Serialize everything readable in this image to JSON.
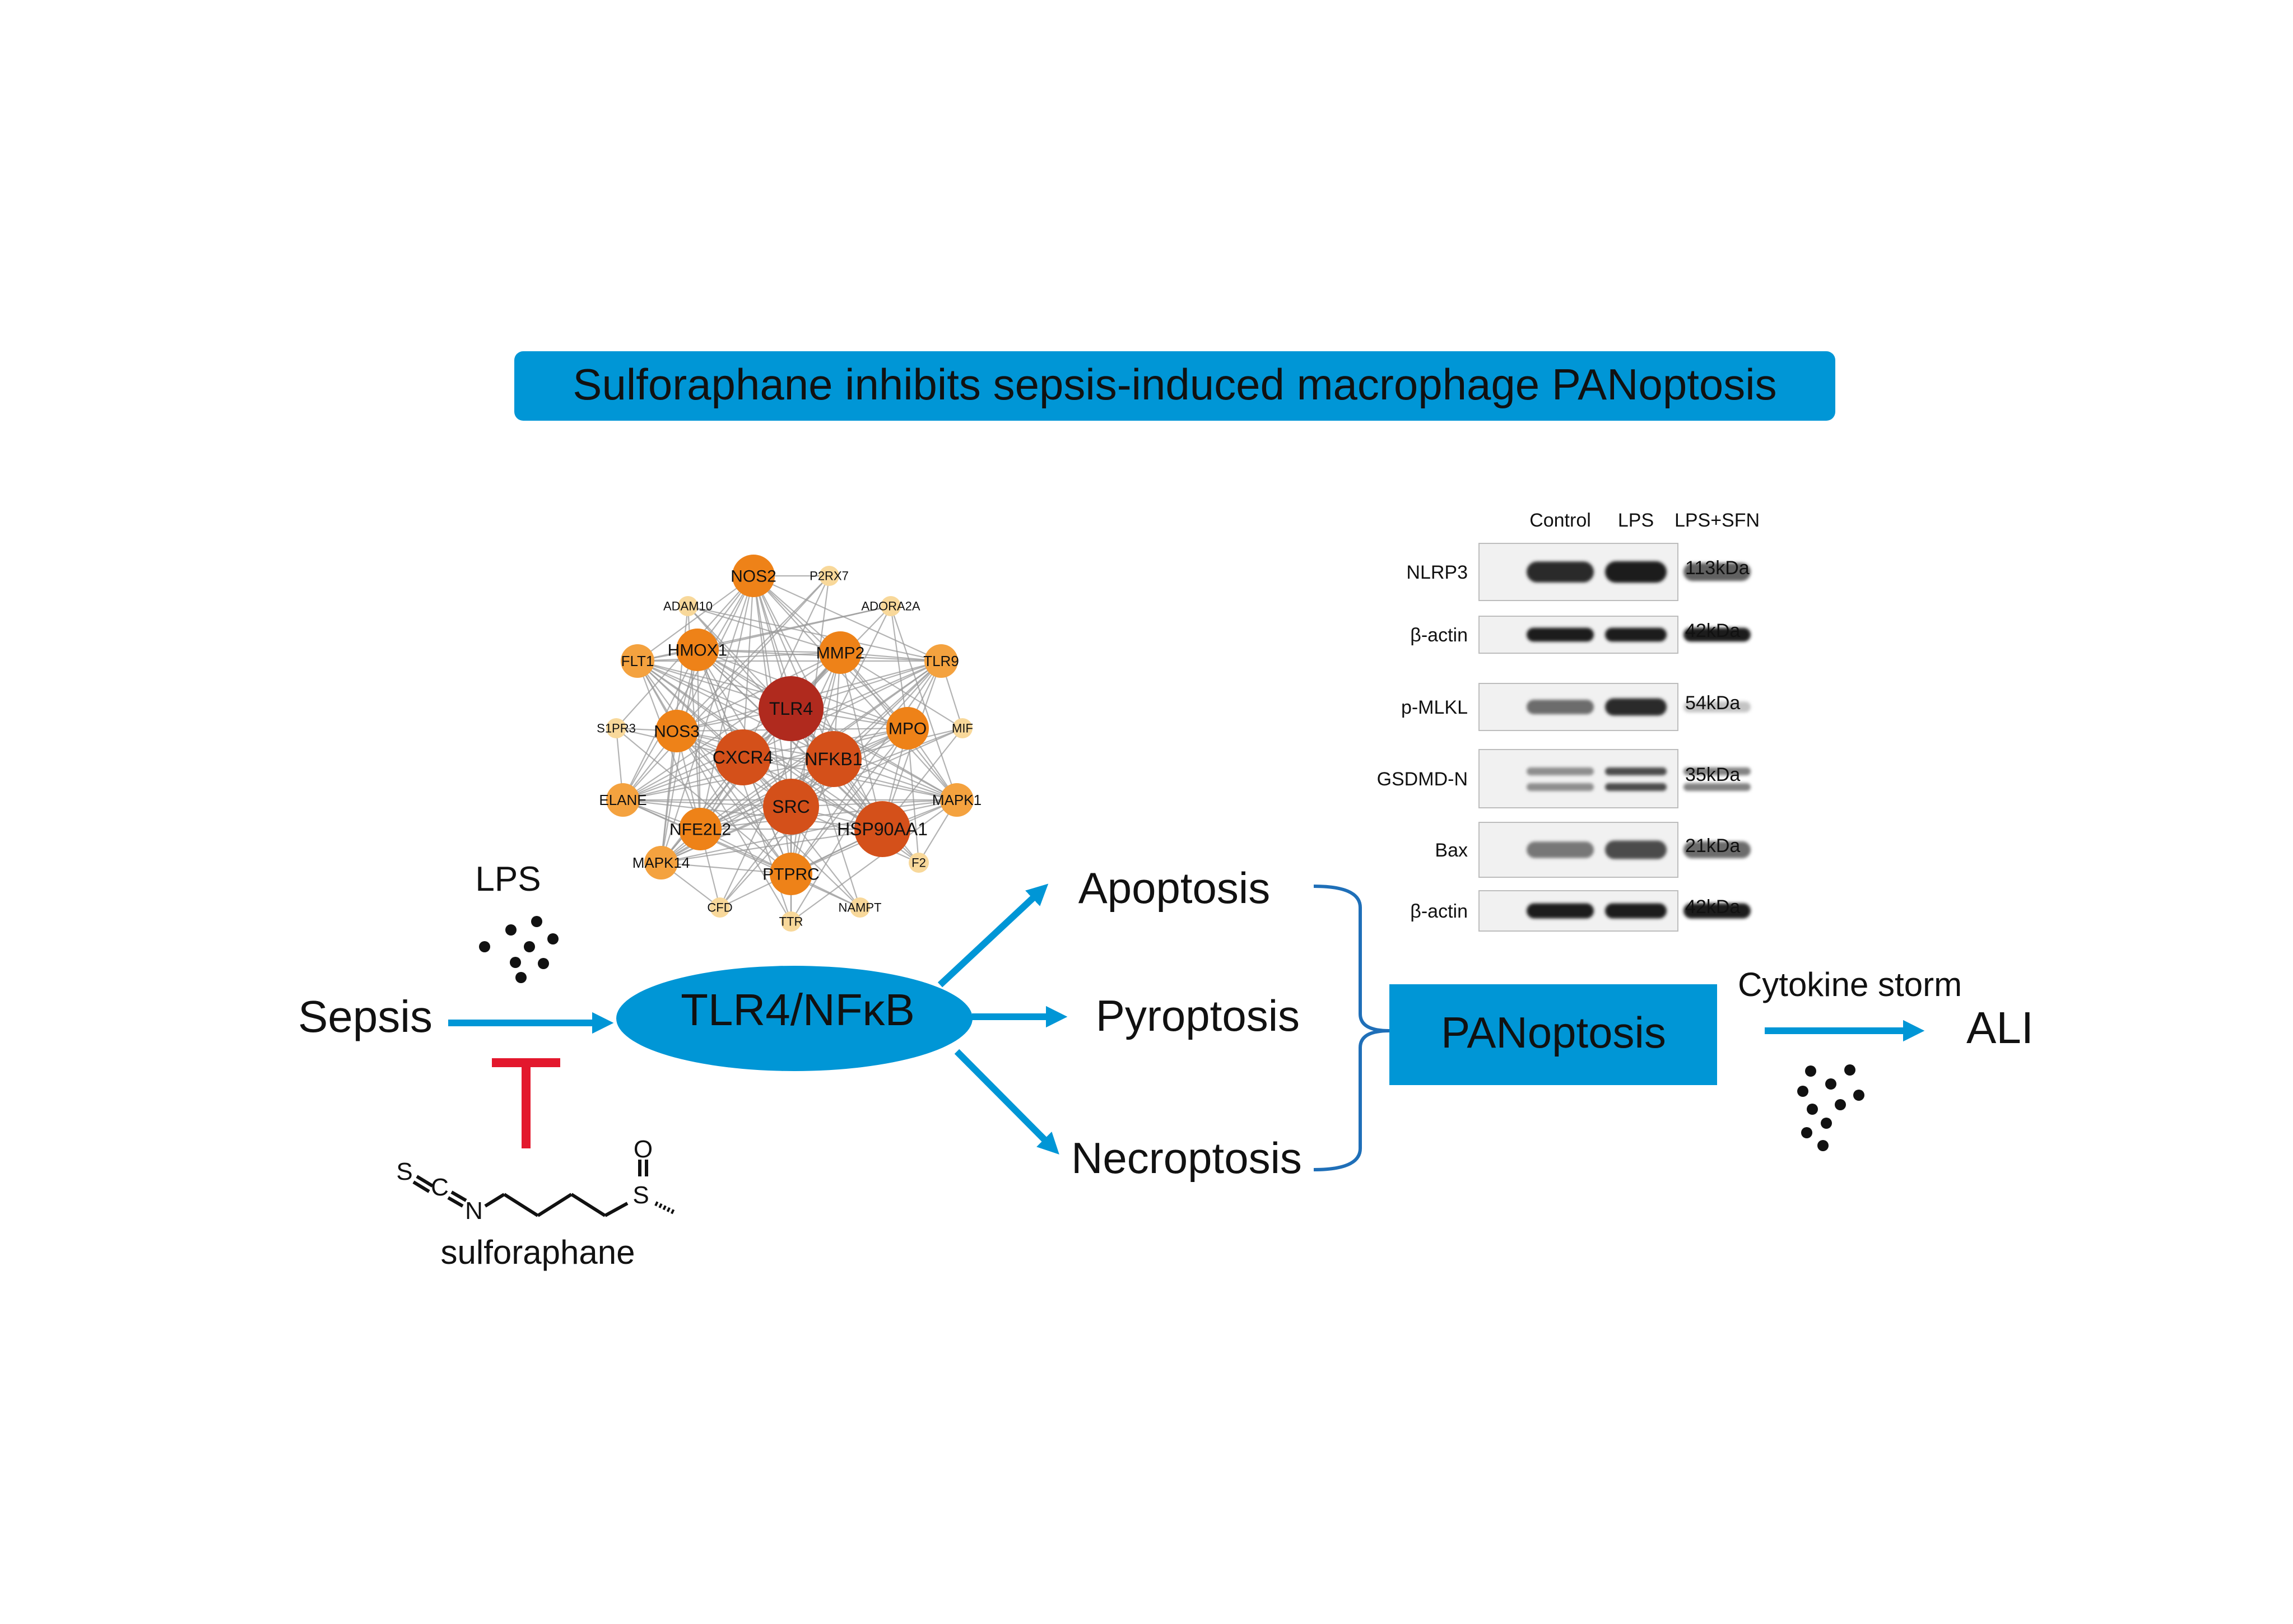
{
  "title": "Sulforaphane inhibits sepsis-induced macrophage PANoptosis",
  "colors": {
    "accent_blue": "#0096D6",
    "inhibit_red": "#E3182D",
    "node_dark": "#B02A1E",
    "node_red_orange": "#D4501A",
    "node_orange": "#EE8218",
    "node_light_orange": "#F4A23F",
    "node_pale": "#F8D89A"
  },
  "flow": {
    "sepsis": "Sepsis",
    "lps": "LPS",
    "pathway": "TLR4/NFκB",
    "apoptosis": "Apoptosis",
    "pyroptosis": "Pyroptosis",
    "necroptosis": "Necroptosis",
    "panoptosis": "PANoptosis",
    "cytokine_storm": "Cytokine storm",
    "ali": "ALI",
    "drug": "sulforaphane",
    "structure_atoms": {
      "s1": "S",
      "c": "C",
      "n": "N",
      "s2": "S",
      "o": "O"
    }
  },
  "network": {
    "nodes": [
      {
        "label": "TLR4",
        "level": "top"
      },
      {
        "label": "NFKB1",
        "level": "high"
      },
      {
        "label": "CXCR4",
        "level": "high"
      },
      {
        "label": "SRC",
        "level": "high"
      },
      {
        "label": "HSP90AA1",
        "level": "high"
      },
      {
        "label": "NOS2",
        "level": "mid"
      },
      {
        "label": "HMOX1",
        "level": "mid"
      },
      {
        "label": "MMP2",
        "level": "mid"
      },
      {
        "label": "NOS3",
        "level": "mid"
      },
      {
        "label": "MPO",
        "level": "mid"
      },
      {
        "label": "NFE2L2",
        "level": "mid"
      },
      {
        "label": "PTPRC",
        "level": "mid"
      },
      {
        "label": "FLT1",
        "level": "low"
      },
      {
        "label": "TLR9",
        "level": "low"
      },
      {
        "label": "ELANE",
        "level": "low"
      },
      {
        "label": "MAPK1",
        "level": "low"
      },
      {
        "label": "MAPK14",
        "level": "low"
      },
      {
        "label": "MIF",
        "level": "min"
      },
      {
        "label": "F2",
        "level": "min"
      },
      {
        "label": "P2RX7",
        "level": "min"
      },
      {
        "label": "ADAM10",
        "level": "min"
      },
      {
        "label": "ADORA2A",
        "level": "min"
      },
      {
        "label": "S1PR3",
        "level": "min"
      },
      {
        "label": "CFD",
        "level": "min"
      },
      {
        "label": "TTR",
        "level": "min"
      },
      {
        "label": "NAMPT",
        "level": "min"
      }
    ]
  },
  "western_blot": {
    "columns": [
      "Control",
      "LPS",
      "LPS+SFN"
    ],
    "rows": [
      {
        "protein": "NLRP3",
        "size": "113kDa",
        "intensity": [
          0.9,
          0.95,
          0.65
        ]
      },
      {
        "protein": "β-actin",
        "size": "42kDa",
        "intensity": [
          0.95,
          0.95,
          0.95
        ]
      },
      {
        "protein": "p-MLKL",
        "size": "54kDa",
        "intensity": [
          0.6,
          0.9,
          0.2
        ]
      },
      {
        "protein": "GSDMD-N",
        "size": "35kDa",
        "intensity": [
          0.45,
          0.75,
          0.5
        ]
      },
      {
        "protein": "Bax",
        "size": "21kDa",
        "intensity": [
          0.55,
          0.75,
          0.6
        ]
      },
      {
        "protein": "β-actin",
        "size": "42kDa",
        "intensity": [
          0.95,
          0.95,
          0.95
        ]
      }
    ]
  }
}
